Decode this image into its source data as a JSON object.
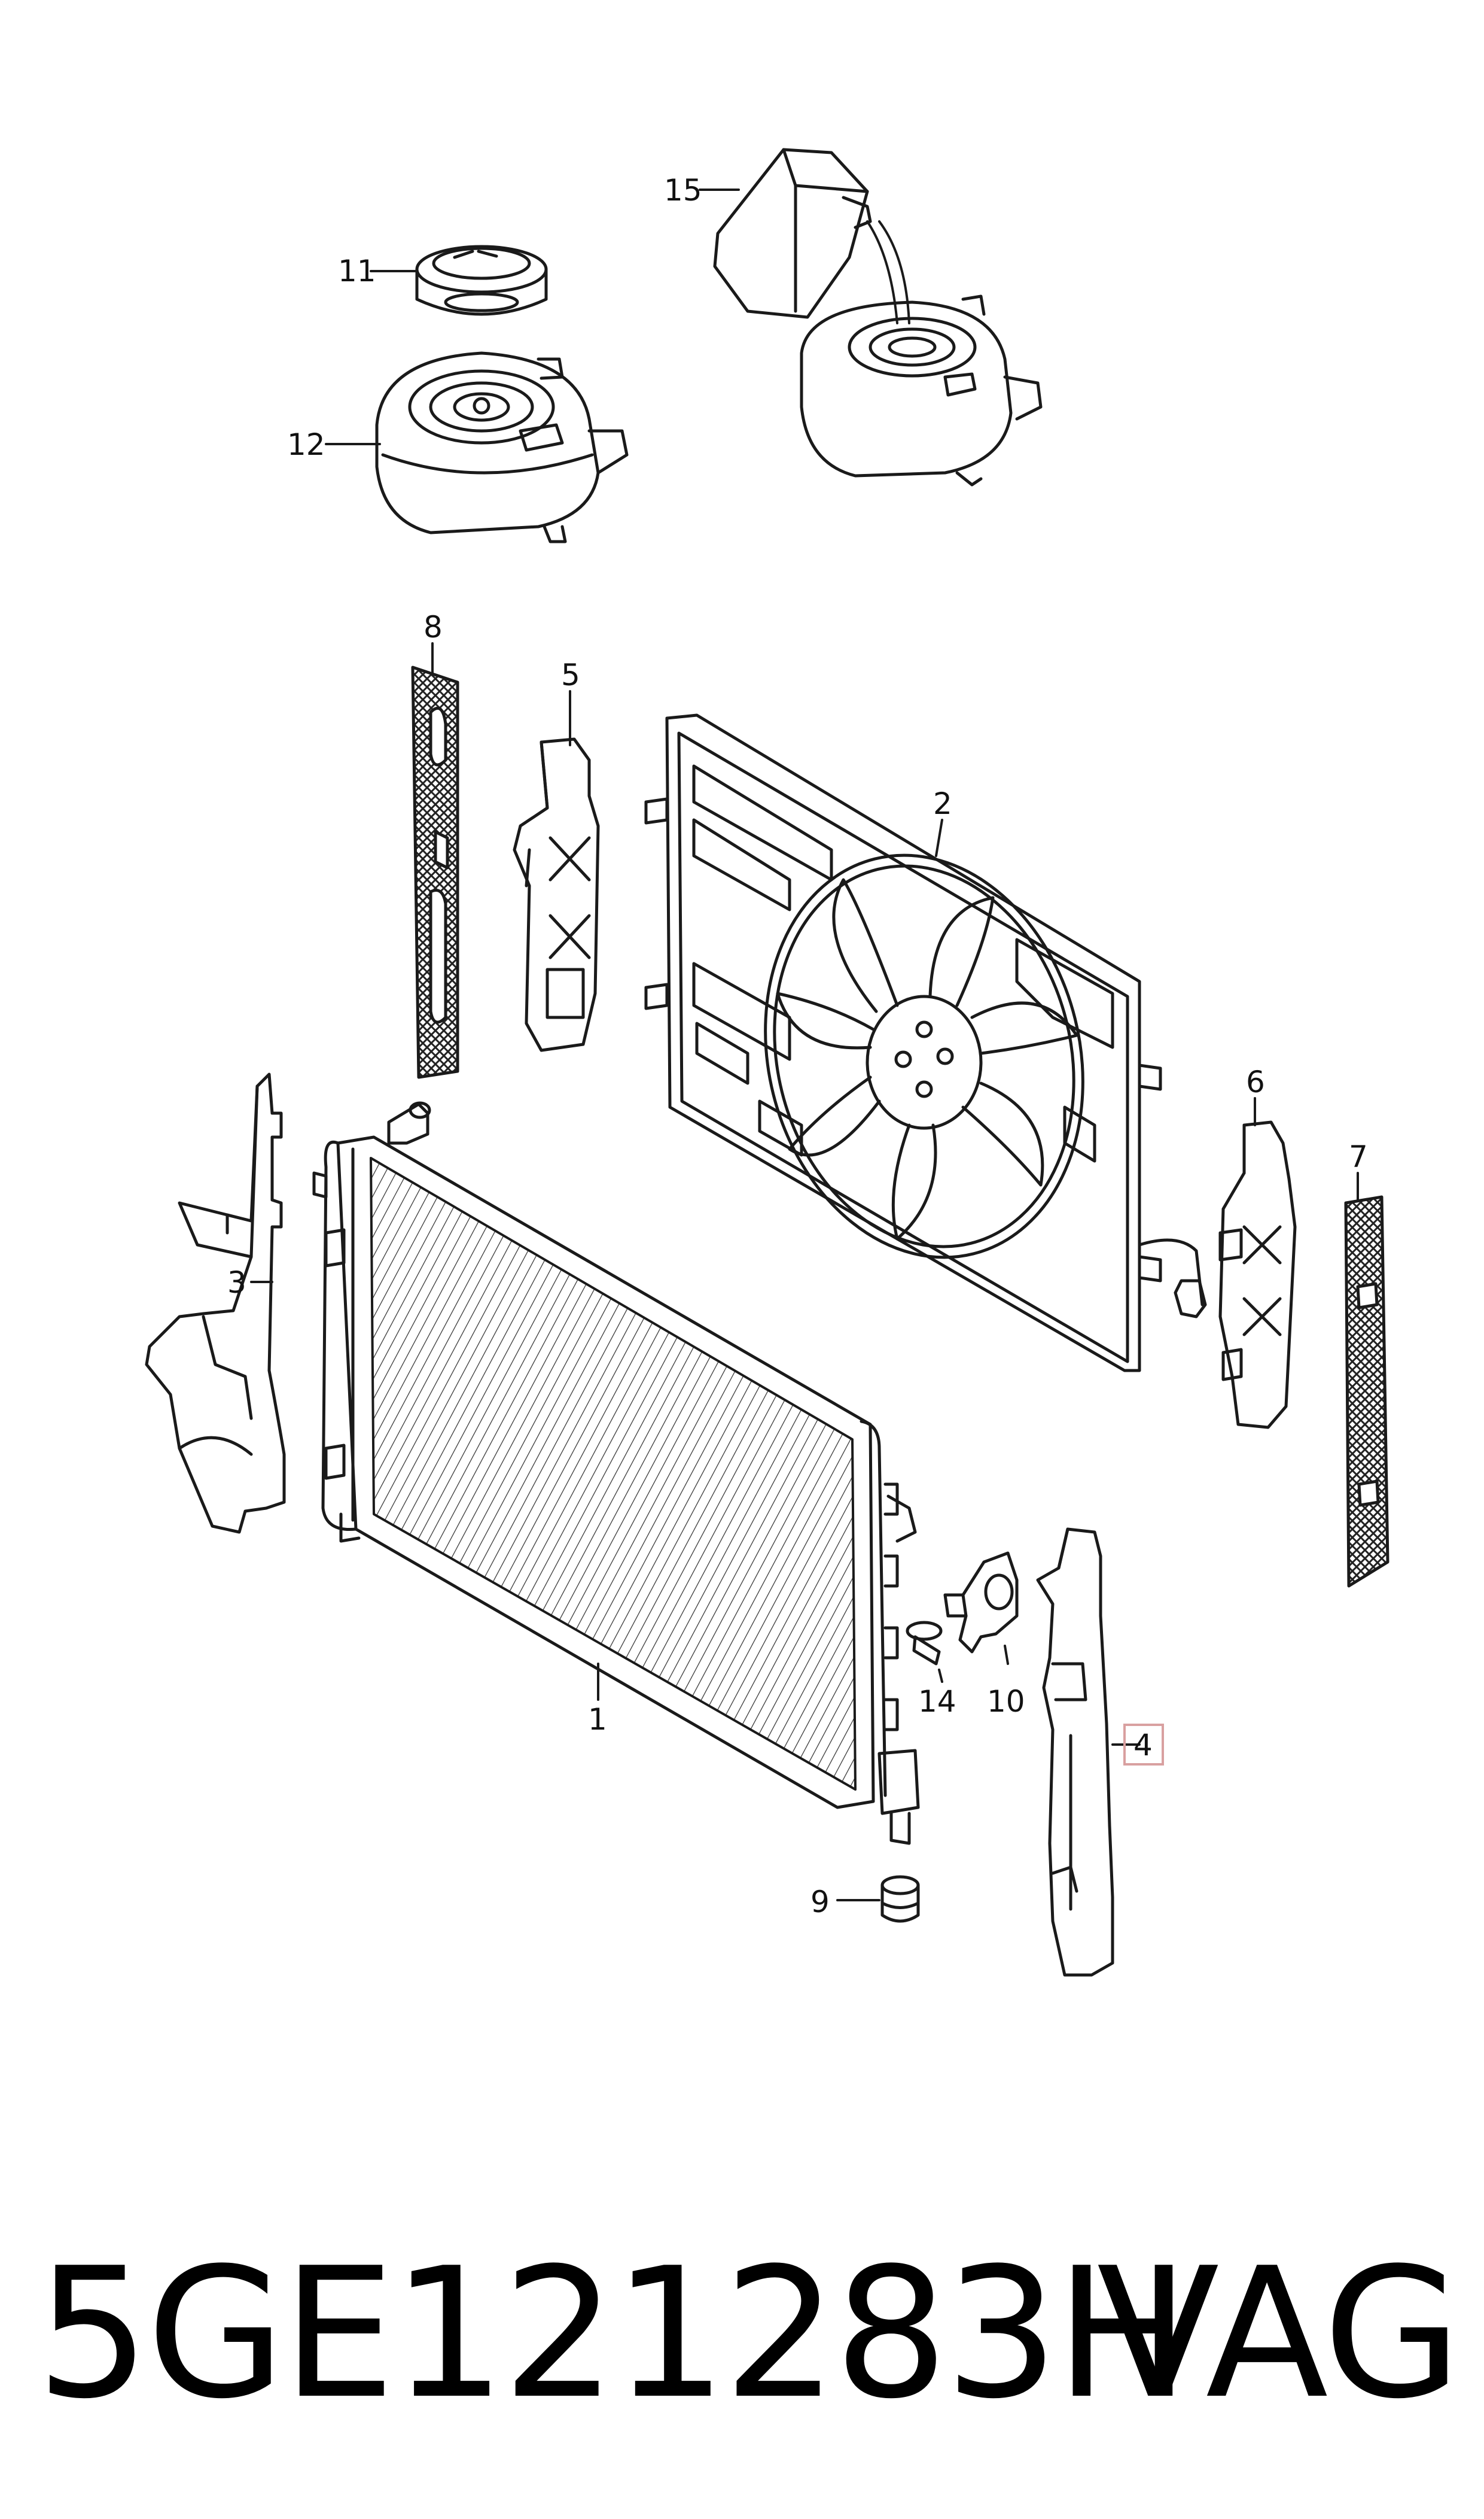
{
  "callouts": {
    "c1": "1",
    "c2": "2",
    "c3": "3",
    "c4": "4",
    "c5": "5",
    "c6": "6",
    "c7": "7",
    "c8": "8",
    "c9": "9",
    "c10": "10",
    "c11": "11",
    "c12": "12",
    "c14": "14",
    "c15": "15"
  },
  "footer": {
    "part_number": "5GE121283H",
    "brand": "VAG"
  },
  "colors": {
    "line": "#1a1a1a",
    "highlight_box": "#d9a0a0"
  }
}
